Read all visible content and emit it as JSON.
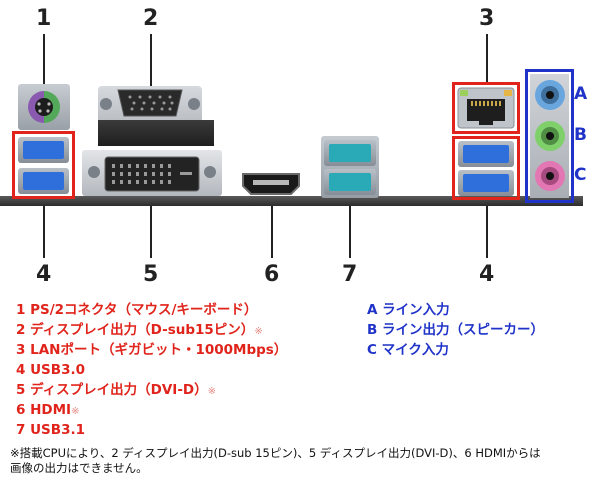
{
  "callouts": {
    "n1": "1",
    "n2": "2",
    "n3": "3",
    "n4a": "4",
    "n5": "5",
    "n6": "6",
    "n7": "7",
    "n4b": "4"
  },
  "audio_letters": {
    "a": "A",
    "b": "B",
    "c": "C"
  },
  "legend_left": [
    {
      "text": "1 PS/2コネクタ（マウス/キーボード）",
      "mark": ""
    },
    {
      "text": "2 ディスプレイ出力（D-sub15ピン）",
      "mark": "※"
    },
    {
      "text": "3 LANポート（ギガビット・1000Mbps）",
      "mark": ""
    },
    {
      "text": "4 USB3.0",
      "mark": ""
    },
    {
      "text": "5 ディスプレイ出力（DVI-D）",
      "mark": "※"
    },
    {
      "text": "6 HDMI",
      "mark": "※"
    },
    {
      "text": "7 USB3.1",
      "mark": ""
    }
  ],
  "legend_right": [
    {
      "text": "A ライン入力"
    },
    {
      "text": "B ライン出力（スピーカー）"
    },
    {
      "text": "C マイク入力"
    }
  ],
  "note": {
    "line1": "※搭載CPUにより、2 ディスプレイ出力(D-sub 15ピン)、5 ディスプレイ出力(DVI-D)、6 HDMIからは",
    "line2": "画像の出力はできません。"
  },
  "colors": {
    "red": "#e0241b",
    "blue": "#1f33c9",
    "usb3_blue": "#2f6fdc",
    "usb31_teal": "#2aa9b6",
    "ps2_purple": "#8a5ab0",
    "ps2_green": "#54a85a",
    "audio_blue": "#6aa6de",
    "audio_green": "#7fd06a",
    "audio_pink": "#e277b4"
  },
  "icons": {
    "ps2": "ps2-port-icon",
    "vga": "vga-port-icon",
    "dvi": "dvi-port-icon",
    "hdmi": "hdmi-port-icon",
    "lan": "rj45-port-icon",
    "usb": "usb-port-icon",
    "audio": "audio-jack-icon"
  }
}
